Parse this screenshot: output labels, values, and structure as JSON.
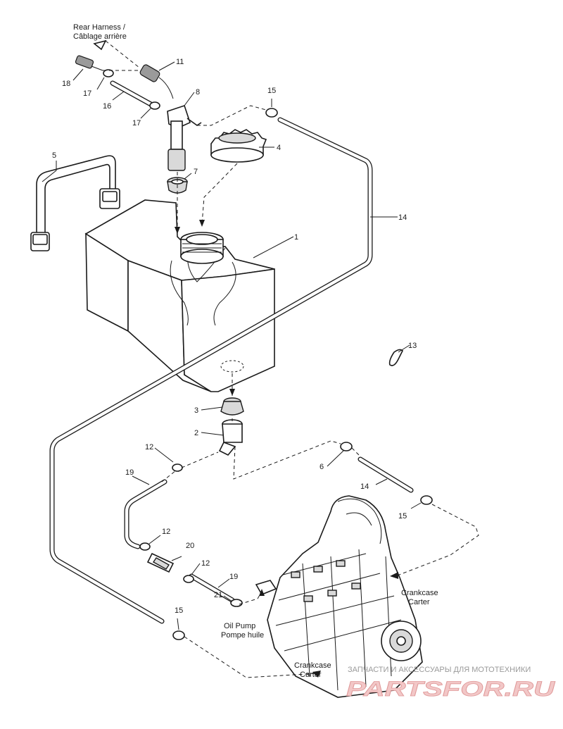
{
  "callouts": {
    "c1": "1",
    "c2": "2",
    "c3": "3",
    "c4": "4",
    "c5": "5",
    "c6": "6",
    "c7": "7",
    "c8": "8",
    "c11": "11",
    "c12a": "12",
    "c12b": "12",
    "c12c": "12",
    "c13": "13",
    "c14a": "14",
    "c14b": "14",
    "c15a": "15",
    "c15b": "15",
    "c15c": "15",
    "c16": "16",
    "c17a": "17",
    "c17b": "17",
    "c18": "18",
    "c19a": "19",
    "c19b": "19",
    "c20": "20",
    "c21": "21"
  },
  "labels": {
    "rear_harness_line1": "Rear Harness /",
    "rear_harness_line2": "Câblage arrière",
    "crankcase_right_line1": "Crankcase",
    "crankcase_right_line2": "Carter",
    "oil_pump_line1": "Oil Pump",
    "oil_pump_line2": "Pompe huile",
    "crankcase_bottom_line1": "Crankcase",
    "crankcase_bottom_line2": "Carter"
  },
  "watermark": {
    "caption": "ЗАПЧАСТИ И АКСЕССУАРЫ ДЛЯ МОТОТЕХНИКИ",
    "brand": "PARTSFOR.RU"
  }
}
